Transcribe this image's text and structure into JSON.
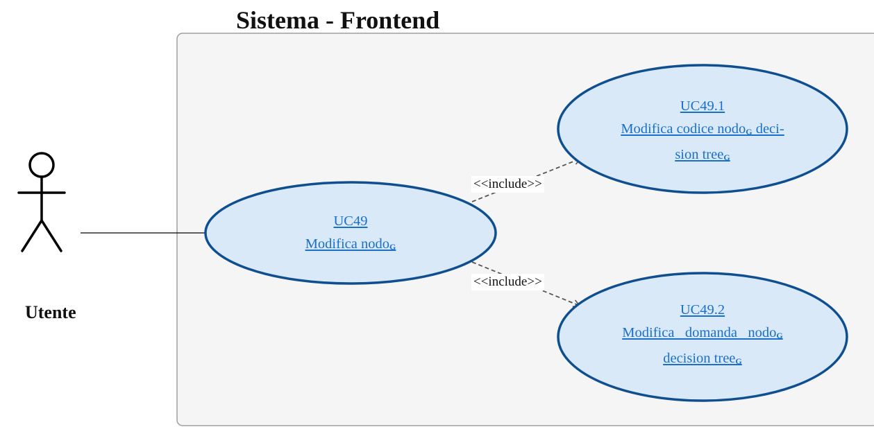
{
  "title": "Sistema - Frontend",
  "actor": {
    "label": "Utente"
  },
  "use_cases": [
    {
      "id": "UC49",
      "name_prefix": "Modifica nodo",
      "name_sub": "G"
    },
    {
      "id": "UC49.1",
      "line1_prefix": "Modifica codice nodo",
      "line1_sub": "G",
      "line1_suffix": " deci-",
      "line2_prefix": "sion tree",
      "line2_sub": "G"
    },
    {
      "id": "UC49.2",
      "line1_prefix": "Modifica   domanda   nodo",
      "line1_sub": "G",
      "line2_prefix": "decision tree",
      "line2_sub": "G"
    }
  ],
  "relations": [
    {
      "label": "<<include>>"
    },
    {
      "label": "<<include>>"
    }
  ],
  "colors": {
    "ellipse_fill": "#d9e9f8",
    "ellipse_stroke": "#0f4f8f",
    "link_text": "#1a6fc9",
    "system_fill": "#f5f5f5"
  }
}
